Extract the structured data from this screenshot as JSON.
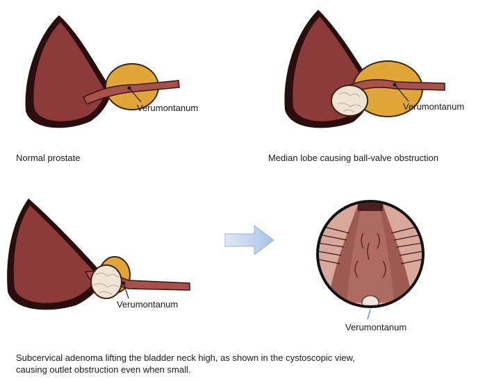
{
  "labels": {
    "verumontanum": "Verumontanum"
  },
  "captions": {
    "normal": "Normal prostate",
    "median": "Median lobe causing ball-valve obstruction",
    "subcervical_line1": "Subcervical adenoma lifting the bladder neck high, as shown in the cystoscopic view,",
    "subcervical_line2": "causing outlet obstruction even when small."
  },
  "colors": {
    "bladder": "#8c3a3a",
    "bladder_outline": "#2a0e0e",
    "prostate": "#e0a63a",
    "urethra": "#a8504a",
    "adenoma": "#efe4d6",
    "arrow": "#b9d0ec",
    "scope_tissue": "#b5746a",
    "scope_dark": "#6a3030"
  },
  "icons": {
    "transition_arrow": "right-arrow-icon"
  }
}
